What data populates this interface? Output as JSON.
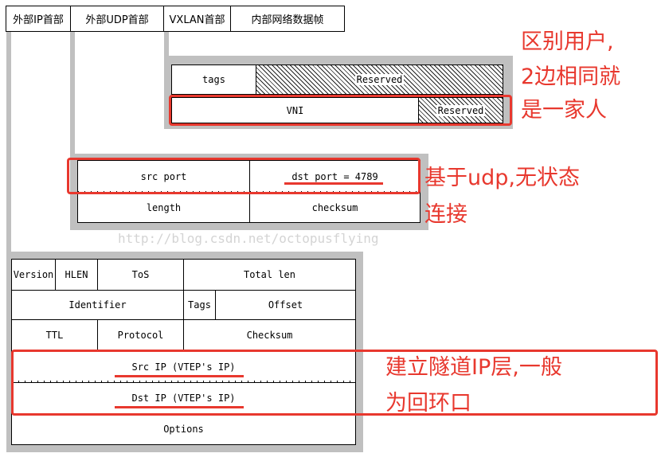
{
  "top_header": {
    "outer_ip": "外部IP首部",
    "outer_udp": "外部UDP首部",
    "vxlan": "VXLAN首部",
    "inner_frame": "内部网络数据帧"
  },
  "vxlan_header": {
    "tags": "tags",
    "reserved1": "Reserved",
    "vni": "VNI",
    "reserved2": "Reserved"
  },
  "udp_header": {
    "src_port": "src port",
    "dst_port": "dst port = 4789",
    "length": "length",
    "checksum": "checksum"
  },
  "watermark": "http://blog.csdn.net/octopusflying",
  "ip_header": {
    "version": "Version",
    "hlen": "HLEN",
    "tos": "ToS",
    "total_len": "Total len",
    "identifier": "Identifier",
    "tags": "Tags",
    "offset": "Offset",
    "ttl": "TTL",
    "protocol": "Protocol",
    "checksum": "Checksum",
    "src_ip": "Src IP (VTEP's IP)",
    "dst_ip": "Dst IP (VTEP's IP)",
    "options": "Options"
  },
  "annotations": {
    "vni_line1": "区别用户,",
    "vni_line2": "2边相同就",
    "vni_line3": "是一家人",
    "udp_line1": "基于udp,无状态",
    "udp_line2": "连接",
    "ip_line1": "建立隧道IP层,一般",
    "ip_line2": "为回环口"
  },
  "colors": {
    "annotation_red": "#e8382e",
    "connector_gray": "#c0c0c0"
  }
}
